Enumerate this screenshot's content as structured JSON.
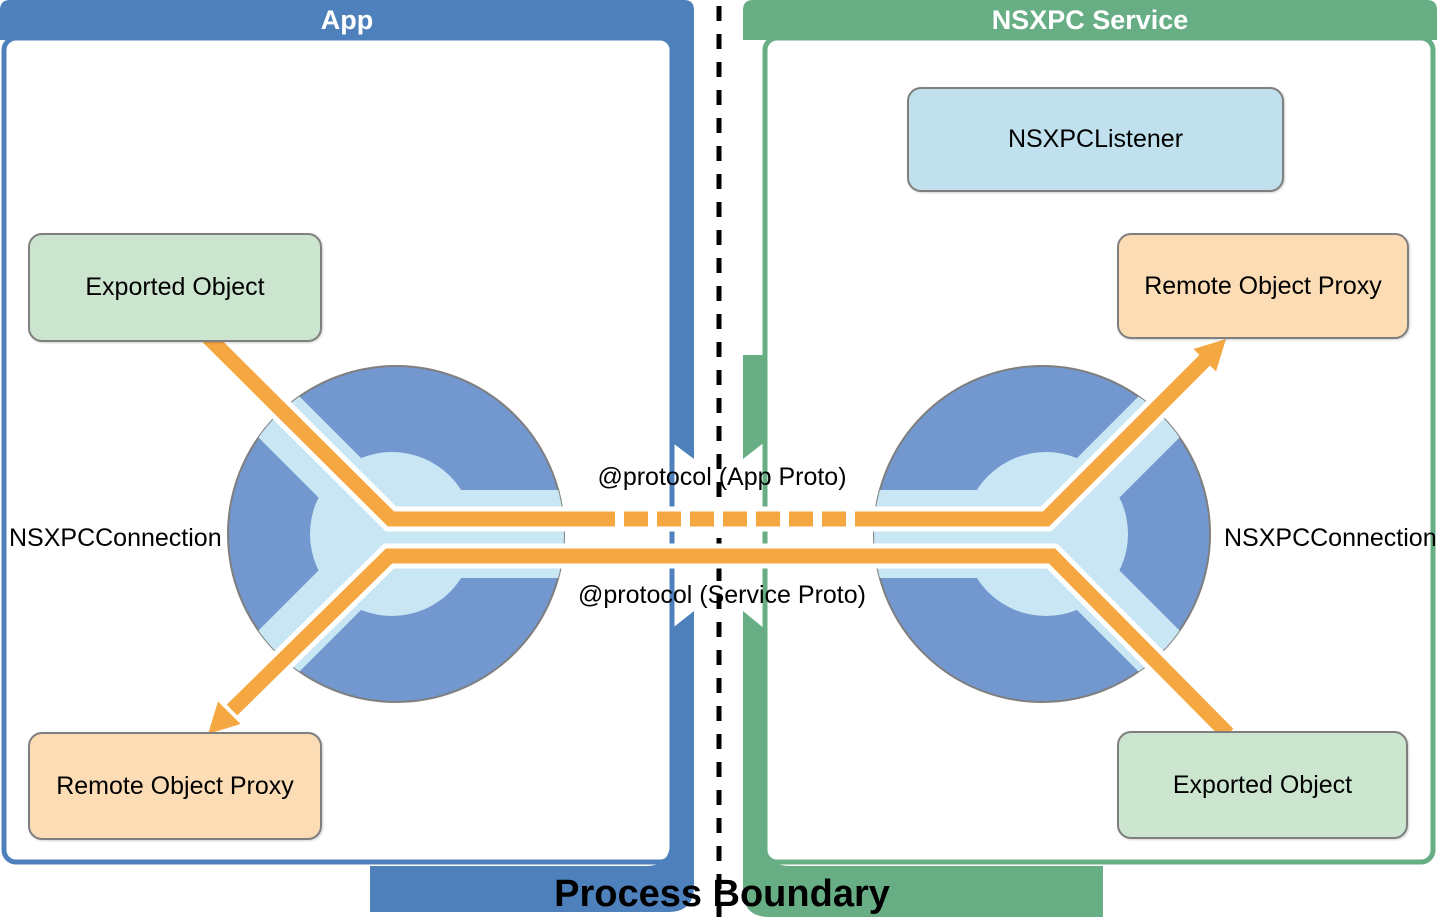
{
  "app_group": {
    "title": "App",
    "exported_object_label": "Exported Object",
    "remote_proxy_label": "Remote Object Proxy",
    "connection_label": "NSXPCConnection"
  },
  "service_group": {
    "title": "NSXPC Service",
    "listener_label": "NSXPCListener",
    "remote_proxy_label": "Remote Object Proxy",
    "exported_object_label": "Exported Object",
    "connection_label": "NSXPCConnection"
  },
  "protocols": {
    "app": "@protocol (App Proto)",
    "service": "@protocol (Service Proto)"
  },
  "boundary_label": "Process Boundary",
  "colors": {
    "app_blue": "#4e81bc",
    "service_green": "#67ae85",
    "connection_circle_blue": "#7397cf",
    "connection_channel_blue": "#c8e6f3",
    "pipe_orange": "#f5a841",
    "exported_box_green": "#cce5cf",
    "proxy_box_peach": "#fbdcb5",
    "listener_box_blue": "#bfe0ec",
    "box_border_gray": "#7f7f7f"
  }
}
